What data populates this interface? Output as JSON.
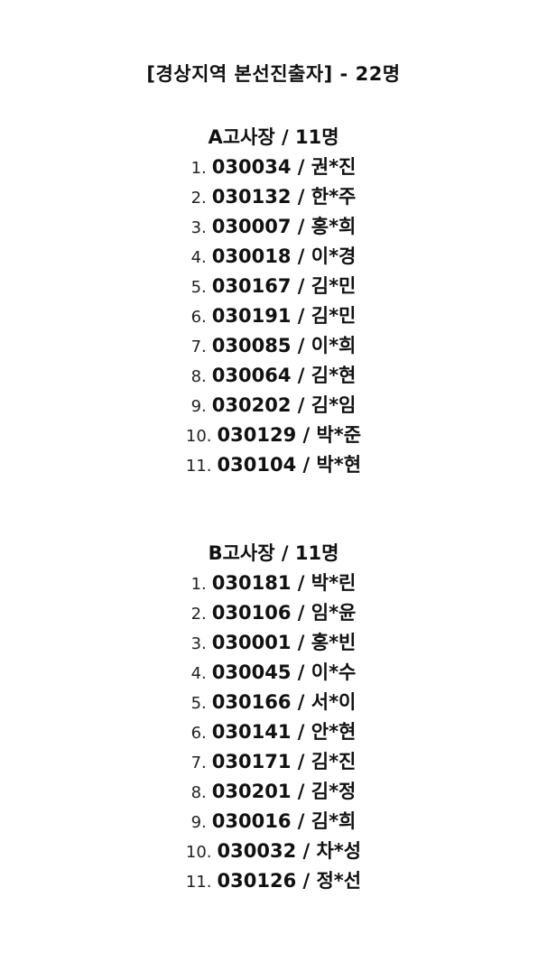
{
  "title": "[경상지역 본선진출자] - 22명",
  "sections": [
    {
      "heading": "A고사장 / 11명",
      "entries": [
        {
          "num": "1.",
          "text": "030034 / 권*진"
        },
        {
          "num": "2.",
          "text": "030132 / 한*주"
        },
        {
          "num": "3.",
          "text": "030007 / 홍*희"
        },
        {
          "num": "4.",
          "text": "030018 / 이*경"
        },
        {
          "num": "5.",
          "text": "030167 / 김*민"
        },
        {
          "num": "6.",
          "text": "030191 / 김*민"
        },
        {
          "num": "7.",
          "text": "030085 / 이*희"
        },
        {
          "num": "8.",
          "text": "030064 / 김*현"
        },
        {
          "num": "9.",
          "text": "030202 / 김*임"
        },
        {
          "num": "10.",
          "text": "030129 / 박*준"
        },
        {
          "num": "11.",
          "text": "030104 / 박*현"
        }
      ]
    },
    {
      "heading": "B고사장 / 11명",
      "entries": [
        {
          "num": "1.",
          "text": "030181 / 박*린"
        },
        {
          "num": "2.",
          "text": "030106 / 임*윤"
        },
        {
          "num": "3.",
          "text": "030001 / 홍*빈"
        },
        {
          "num": "4.",
          "text": "030045 / 이*수"
        },
        {
          "num": "5.",
          "text": "030166 / 서*이"
        },
        {
          "num": "6.",
          "text": "030141 / 안*현"
        },
        {
          "num": "7.",
          "text": "030171 / 김*진"
        },
        {
          "num": "8.",
          "text": "030201 / 김*정"
        },
        {
          "num": "9.",
          "text": "030016 / 김*희"
        },
        {
          "num": "10.",
          "text": "030032 / 차*성"
        },
        {
          "num": "11.",
          "text": "030126 / 정*선"
        }
      ]
    }
  ]
}
